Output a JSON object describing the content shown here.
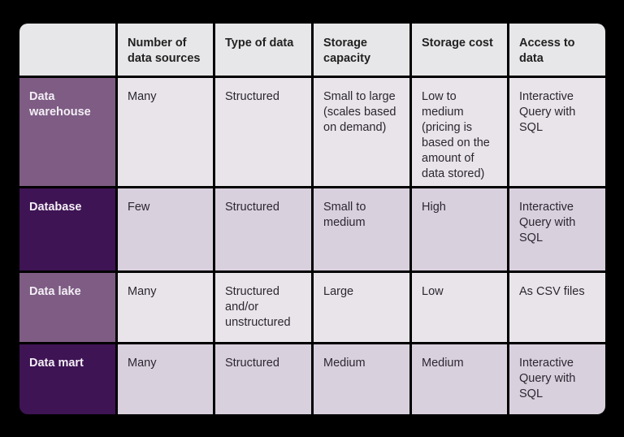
{
  "colors": {
    "header_bg": "#e7e7e9",
    "row_header_light": "#7e5c84",
    "row_header_dark": "#3e1454",
    "row_light": "#e9e4ea",
    "row_dark": "#d9d0de",
    "grid_lines": "#000000"
  },
  "table": {
    "columns": [
      "",
      "Number of data sources",
      "Type of data",
      "Storage capacity",
      "Storage cost",
      "Access to data"
    ],
    "rows": [
      {
        "name": "Data warehouse",
        "cells": [
          "Many",
          "Structured",
          "Small to large (scales based on demand)",
          "Low to medium (pricing is based on the amount of data stored)",
          "Interactive Query with SQL"
        ]
      },
      {
        "name": "Database",
        "cells": [
          "Few",
          "Structured",
          "Small to medium",
          "High",
          "Interactive Query with SQL"
        ]
      },
      {
        "name": "Data lake",
        "cells": [
          "Many",
          "Structured and/or unstructured",
          "Large",
          "Low",
          "As CSV files"
        ]
      },
      {
        "name": "Data mart",
        "cells": [
          "Many",
          "Structured",
          "Medium",
          "Medium",
          "Interactive Query with SQL"
        ]
      }
    ]
  }
}
